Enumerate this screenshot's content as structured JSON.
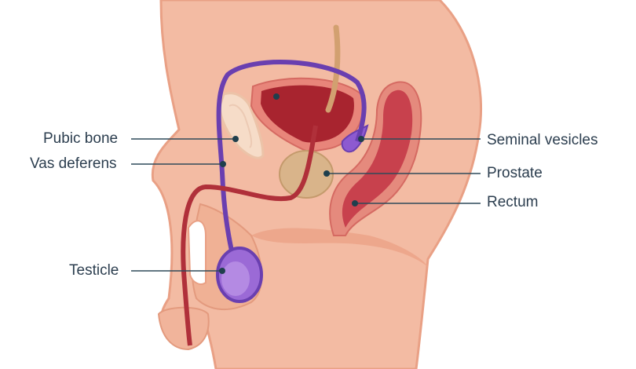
{
  "labels": {
    "pubic_bone": "Pubic bone",
    "vas_deferens": "Vas deferens",
    "testicle": "Testicle",
    "seminal_vesicles": "Seminal vesicles",
    "prostate": "Prostate",
    "rectum": "Rectum"
  },
  "colors": {
    "skin": "#f3bba3",
    "skin_dark": "#e9a085",
    "label_text": "#2c3e4f",
    "leader_line": "#2f4a5a",
    "vas_deferens": "#6a3fb0",
    "testicle": "#9b6ad6",
    "bladder": "#a8242f",
    "rectum": "#c8414d",
    "prostate": "#d9b48a",
    "pubic_bone": "#f6dcc8",
    "urethra": "#b0303a",
    "ureter": "#d2a070"
  }
}
